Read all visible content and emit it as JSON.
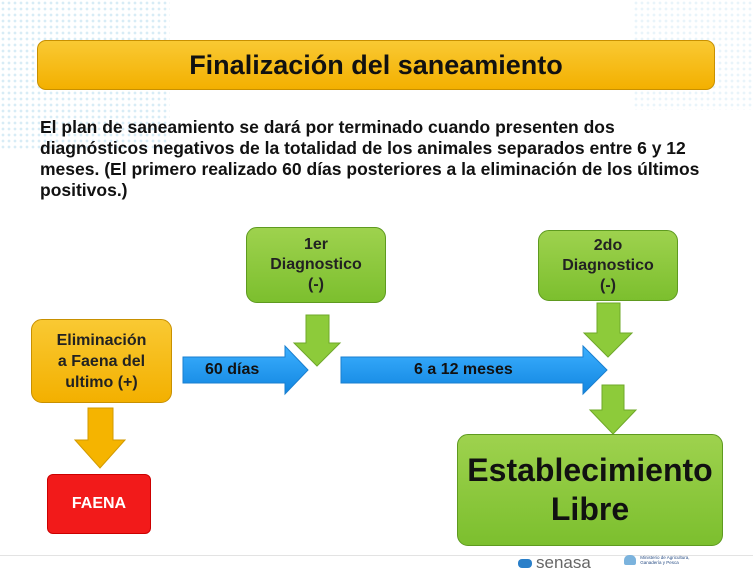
{
  "title": "Finalización del saneamiento",
  "body_text": "El plan de saneamiento se dará por terminado cuando presenten dos diagnósticos negativos de la totalidad de los animales separados entre 6 y 12 meses. (El primero realizado 60 días posteriores a la eliminación de los últimos positivos.)",
  "nodes": {
    "elimination": "Eliminación\na Faena del\nultimo (+)",
    "first_diagnosis": "1er\nDiagnostico\n(-)",
    "second_diagnosis": "2do\nDiagnostico\n(-)",
    "faena": "FAENA",
    "establishment": "Establecimiento\nLibre"
  },
  "arrows": {
    "first_interval": "60 días",
    "second_interval": "6 a 12 meses"
  },
  "footer": {
    "brand": "senasa",
    "ministry": "Ministerio de Agricultura,\nGanadería y Pesca"
  },
  "colors": {
    "title_fill": "#F3B000",
    "green_box": "#7CBF2E",
    "green_arrow": "#8DCB3A",
    "blue_arrow": "#1E9BF0",
    "orange_arrow": "#F5B400",
    "faena_red": "#F21A1A"
  }
}
